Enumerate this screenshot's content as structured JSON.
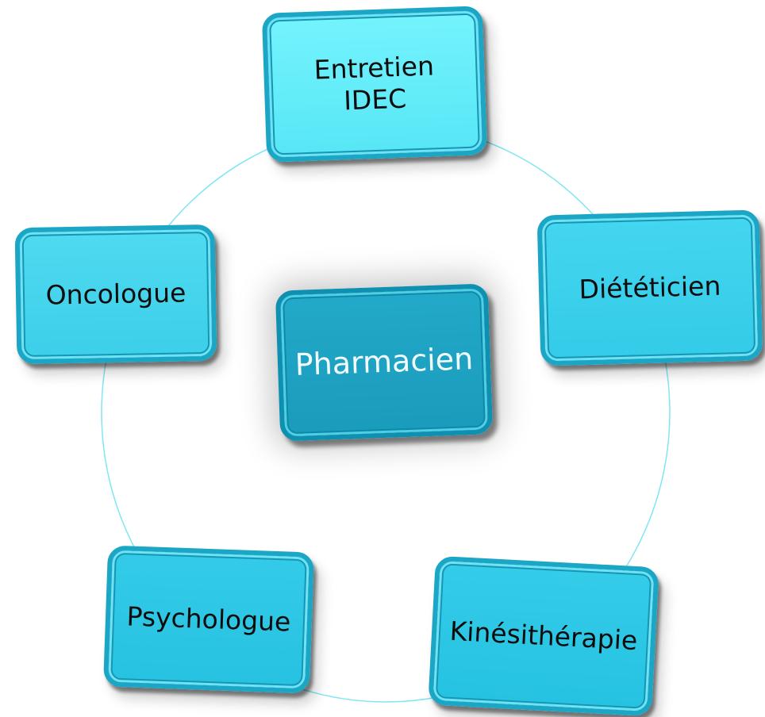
{
  "diagram": {
    "center": {
      "label": "Pharmacien"
    },
    "nodes": [
      {
        "id": "entretien",
        "label": "Entretien\nIDEC"
      },
      {
        "id": "dieteticien",
        "label": "Diététicien"
      },
      {
        "id": "kinesitherapie",
        "label": "Kinésithérapie"
      },
      {
        "id": "psychologue",
        "label": "Psychologue"
      },
      {
        "id": "oncologue",
        "label": "Oncologue"
      }
    ],
    "colors": {
      "ring": "#7fe6f2",
      "node_border": "#1aa6c4",
      "center_fill": "#1fa3c4",
      "center_text": "#f2fbfd",
      "node_text": "#0d0d0d"
    }
  }
}
